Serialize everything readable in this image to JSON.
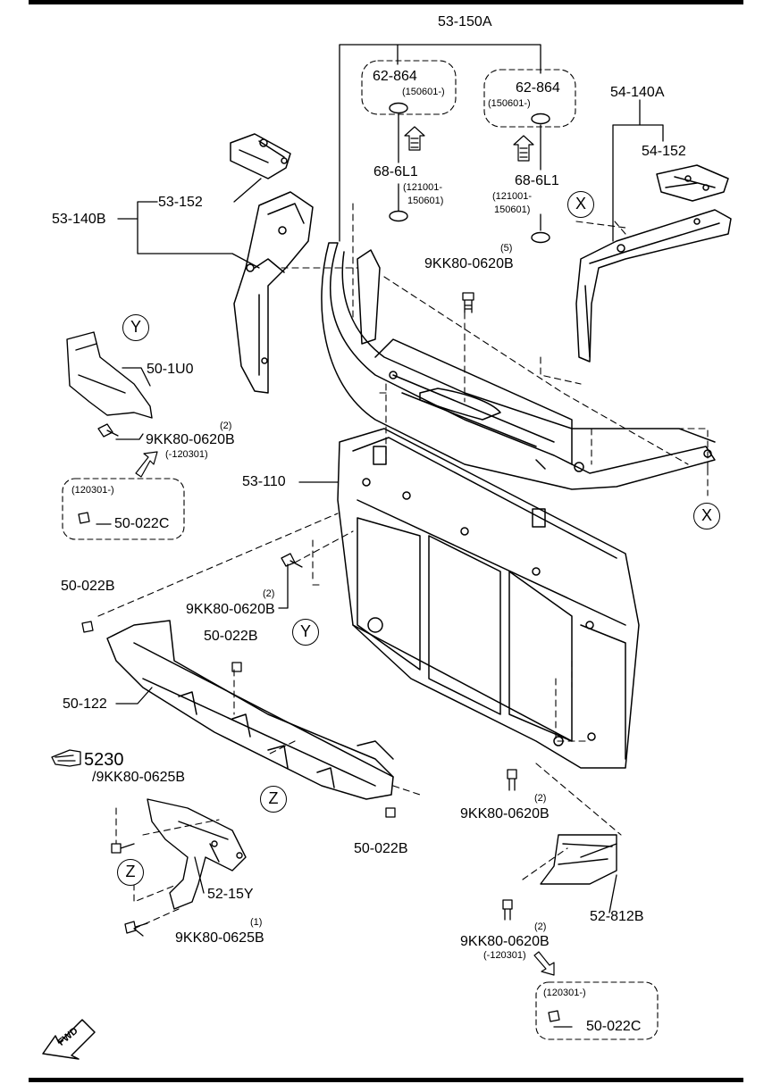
{
  "labels": {
    "l53_150a": "53-150A",
    "l62_864_a": "62-864",
    "l62_864_a_date": "(150601-)",
    "l62_864_b": "62-864",
    "l62_864_b_date": "(150601-)",
    "l54_140a": "54-140A",
    "l54_152": "54-152",
    "l68_6l1_a": "68-6L1",
    "l68_6l1_a_d1": "(121001-",
    "l68_6l1_a_d2": "150601)",
    "l68_6l1_b": "68-6L1",
    "l68_6l1_b_d1": "(121001-",
    "l68_6l1_b_d2": "150601)",
    "l53_152": "53-152",
    "l53_140b": "53-140B",
    "bolt_top_qty": "(5)",
    "bolt_top": "9KK80-0620B",
    "l50_1u0": "50-1U0",
    "bolt_left_qty": "(2)",
    "bolt_left": "9KK80-0620B",
    "bolt_left_date": "(-120301)",
    "box_left_date": "(120301-)",
    "box_left_part": "50-022C",
    "l53_110": "53-110",
    "l50_022b_a": "50-022B",
    "bolt_mid_qty": "(2)",
    "bolt_mid": "9KK80-0620B",
    "l50_022b_b": "50-022B",
    "l50_122": "50-122",
    "ref_5230": "5230",
    "bolt_0625_a": "/9KK80-0625B",
    "l50_022b_c": "50-022B",
    "bolt_right_qty": "(2)",
    "bolt_right": "9KK80-0620B",
    "l52_15y": "52-15Y",
    "bolt_0625_b_qty": "(1)",
    "bolt_0625_b": "9KK80-0625B",
    "l52_812b": "52-812B",
    "bolt_low_qty": "(2)",
    "bolt_low": "9KK80-0620B",
    "bolt_low_date": "(-120301)",
    "box_right_date": "(120301-)",
    "box_right_part": "50-022C",
    "fwd": "FWD"
  },
  "callouts": {
    "x1": "X",
    "x2": "X",
    "y1": "Y",
    "y2": "Y",
    "z1": "Z",
    "z2": "Z"
  }
}
